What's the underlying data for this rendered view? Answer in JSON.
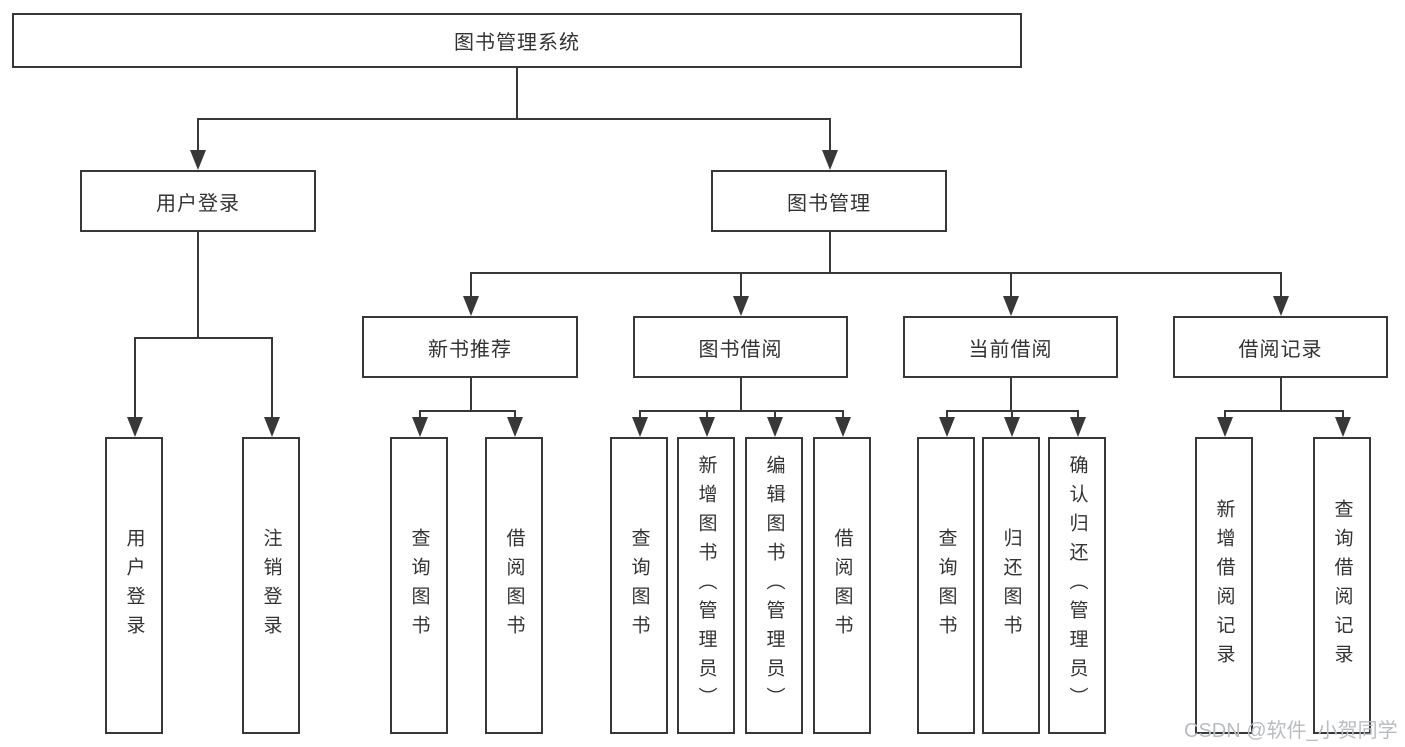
{
  "diagram": {
    "title": "图书管理系统",
    "type": "hierarchy",
    "colors": {
      "line": "#383838",
      "box_border": "#383838",
      "box_fill": "#ffffff",
      "text": "#333333",
      "watermark": "#b9bcc0"
    }
  },
  "tree": {
    "label": "图书管理系统",
    "children": [
      {
        "label": "用户登录",
        "children": [
          {
            "label": "用户登录"
          },
          {
            "label": "注销登录"
          }
        ]
      },
      {
        "label": "图书管理",
        "children": [
          {
            "label": "新书推荐",
            "children": [
              {
                "label": "查询图书"
              },
              {
                "label": "借阅图书"
              }
            ]
          },
          {
            "label": "图书借阅",
            "children": [
              {
                "label": "查询图书"
              },
              {
                "label": "新增图书（管理员）"
              },
              {
                "label": "编辑图书（管理员）"
              },
              {
                "label": "借阅图书"
              }
            ]
          },
          {
            "label": "当前借阅",
            "children": [
              {
                "label": "查询图书"
              },
              {
                "label": "归还图书"
              },
              {
                "label": "确认归还（管理员）"
              }
            ]
          },
          {
            "label": "借阅记录",
            "children": [
              {
                "label": "新增借阅记录"
              },
              {
                "label": "查询借阅记录"
              }
            ]
          }
        ]
      }
    ]
  },
  "watermark": {
    "text": "CSDN @软件_小贺同学"
  }
}
